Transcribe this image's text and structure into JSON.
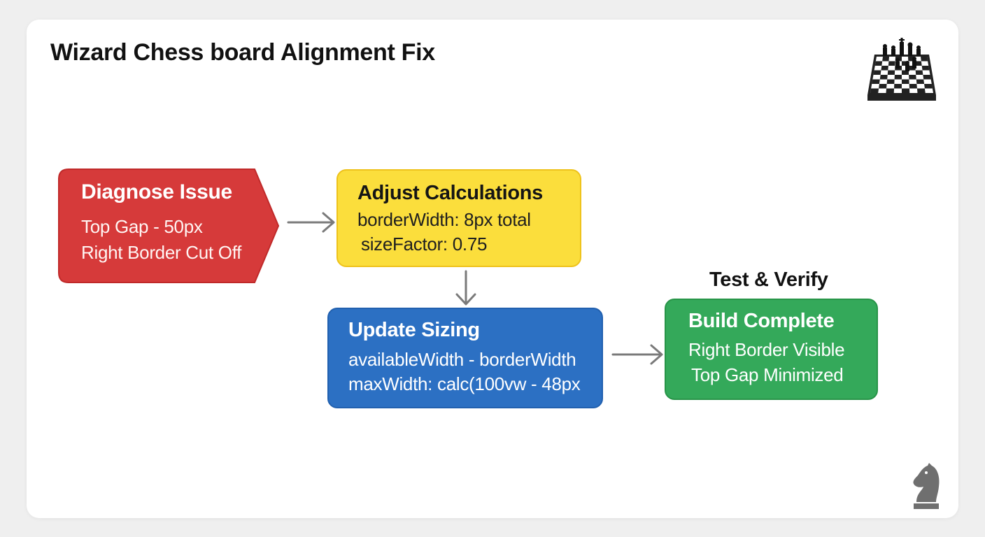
{
  "title": "Wizard Chess board Alignment Fix",
  "colors": {
    "diagnose": "#d63a3a",
    "adjust": "#fbde3c",
    "update": "#2c70c3",
    "build": "#34a95a",
    "arrow": "#7a7a7a"
  },
  "icons": {
    "top_right": "chessboard-icon",
    "bottom_right": "knight-icon"
  },
  "nodes": {
    "diagnose": {
      "heading": "Diagnose Issue",
      "lines": [
        "Top Gap - 50px",
        "Right Border Cut Off"
      ]
    },
    "adjust": {
      "heading": "Adjust Calculations",
      "lines": [
        "borderWidth: 8px total",
        "sizeFactor: 0.75"
      ]
    },
    "update": {
      "heading": "Update Sizing",
      "lines": [
        "availableWidth - borderWidth",
        "maxWidth: calc(100vw - 48px"
      ]
    },
    "build": {
      "label": "Test & Verify",
      "heading": "Build Complete",
      "lines": [
        "Right Border Visible",
        "Top Gap Minimized"
      ]
    }
  }
}
